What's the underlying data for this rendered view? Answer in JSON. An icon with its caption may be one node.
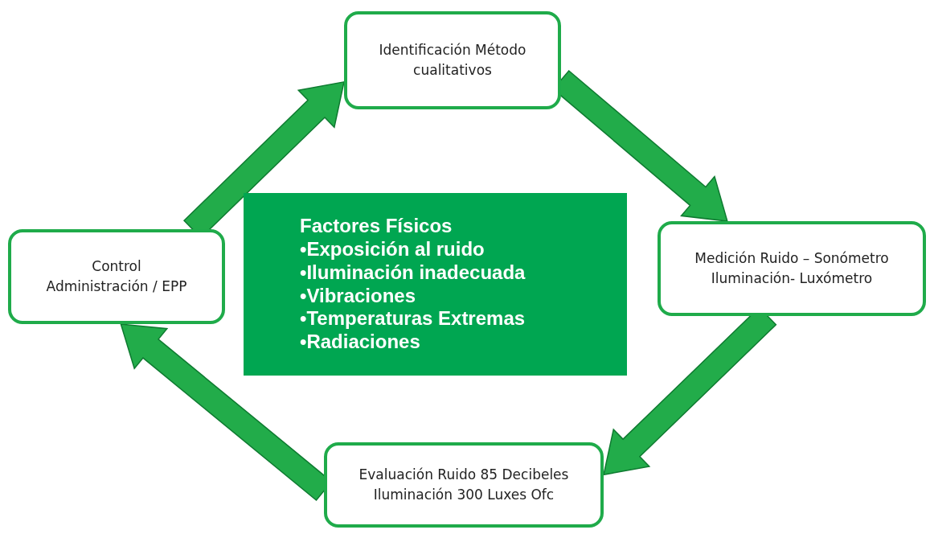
{
  "diagram": {
    "nodes": [
      {
        "text": [
          "Identificación Método cualitativos"
        ]
      },
      {
        "text": [
          "Medición Ruido – Sonómetro Iluminación- Luxómetro"
        ]
      },
      {
        "text": [
          "Evaluación Ruido 85 Decibeles Iluminación 300 Luxes Ofc"
        ]
      },
      {
        "text": [
          "Control Administración / EPP"
        ]
      },
      {
        "text": [
          "Factores Físicos",
          "•Exposición al ruido",
          "•Iluminación inadecuada",
          "•Vibraciones",
          "•Temperaturas Extremas",
          "•Radiaciones"
        ]
      }
    ],
    "edges": [
      {
        "from": 3,
        "to": 0,
        "arrow": "to"
      },
      {
        "from": 0,
        "to": 1,
        "arrow": "to"
      },
      {
        "from": 1,
        "to": 2,
        "arrow": "to"
      },
      {
        "from": 2,
        "to": 3,
        "arrow": "to"
      }
    ]
  }
}
